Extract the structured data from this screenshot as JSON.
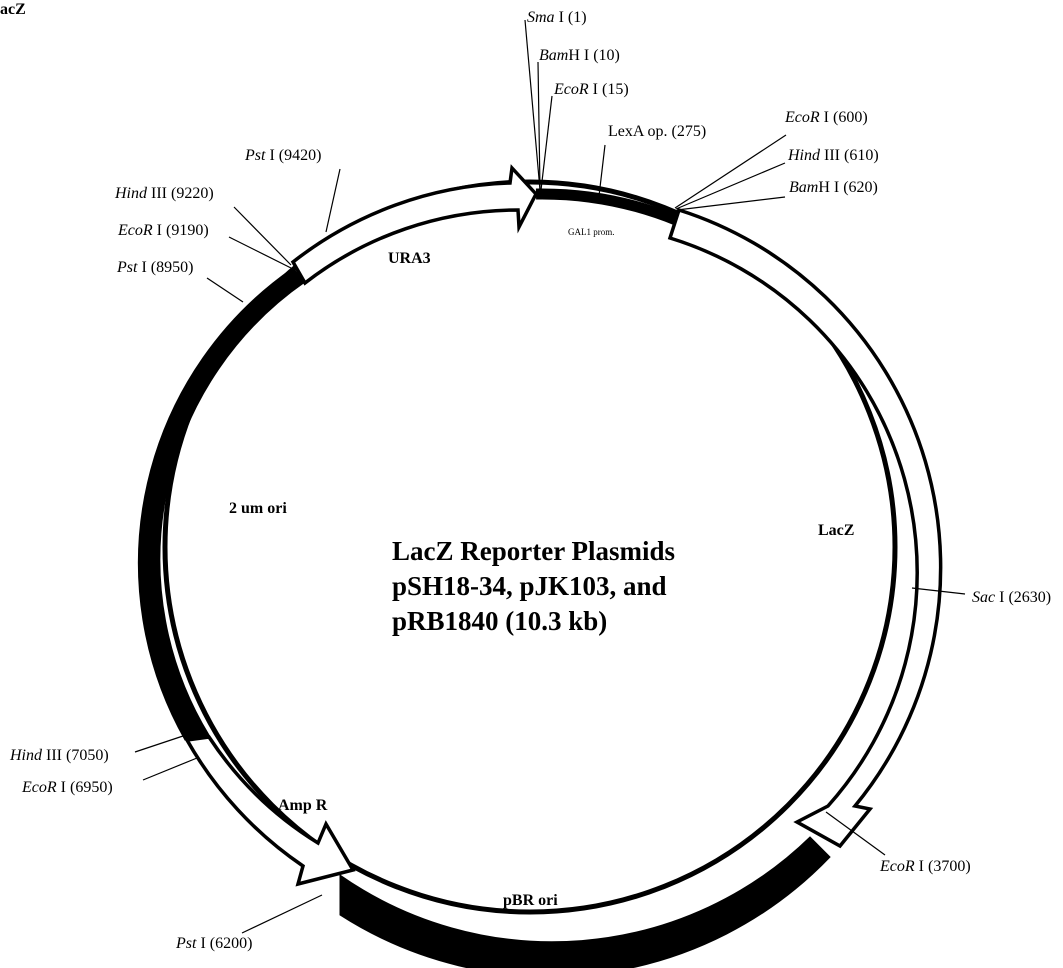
{
  "header_fragment": "acZ",
  "title_lines": [
    "LacZ Reporter Plasmids",
    "pSH18-34, pJK103, and",
    "pRB1840 (10.3 kb)"
  ],
  "features": {
    "ura3": "URA3",
    "lacz": "LacZ",
    "amp_r": "Amp R",
    "pbr_ori": "pBR ori",
    "two_um_ori": "2 um ori",
    "lexa_op": "LexA op. (275)",
    "gal1_prom": "GAL1 prom."
  },
  "sites": [
    {
      "enzyme": "Sma",
      "suffix": " I (1)"
    },
    {
      "enzyme": "Bam",
      "suffix": "H I (10)"
    },
    {
      "enzyme": "EcoR",
      "suffix": " I (15)"
    },
    {
      "enzyme": "EcoR",
      "suffix": " I (600)"
    },
    {
      "enzyme": "Hind",
      "suffix": " III (610)"
    },
    {
      "enzyme": "Bam",
      "suffix": "H I (620)"
    },
    {
      "enzyme": "Pst",
      "suffix": " I (9420)"
    },
    {
      "enzyme": "Hind",
      "suffix": " III (9220)"
    },
    {
      "enzyme": "EcoR",
      "suffix": " I (9190)"
    },
    {
      "enzyme": "Pst",
      "suffix": " I (8950)"
    },
    {
      "enzyme": "Sac",
      "suffix": " I (2630)"
    },
    {
      "enzyme": "Hind",
      "suffix": " III (7050)"
    },
    {
      "enzyme": "EcoR",
      "suffix": " I (6950)"
    },
    {
      "enzyme": "EcoR",
      "suffix": " I (3700)"
    },
    {
      "enzyme": "Pst",
      "suffix": " I (6200)"
    }
  ]
}
